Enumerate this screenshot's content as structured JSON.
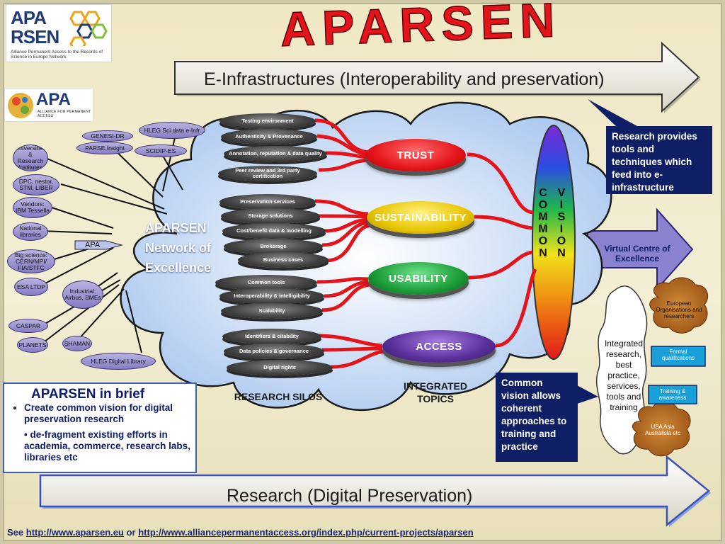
{
  "title": "APARSEN",
  "logo": {
    "line1": "APA",
    "line2": "RSEN",
    "tagline": "Alliance Permanent Access to the Records of Science in Europe Network"
  },
  "apa_logo": {
    "text": "APA",
    "subtitle": "ALLIANCE FOR PERMANENT ACCESS"
  },
  "top_arrow": "E-Infrastructures (Interoperability and preservation)",
  "bottom_arrow": "Research (Digital Preservation)",
  "research_box": "Research provides tools and techniques which feed into e-infrastructure",
  "vision_box": "Common vision allows coherent approaches to training and practice",
  "network_label": "APARSEN Network of Excellence",
  "apa_tag": "APA",
  "stakeholders": [
    "Universities & Research Institutes",
    "DPC, nestor, STM, LIBER",
    "Vendors: IBM Tessella",
    "National libraries",
    "Big science: CERN/MPI/ FIA/STFC",
    "ESA LTDP",
    "Industrial: Airbus, SMEs",
    "CASPAR",
    "PLANETS",
    "SHAMAN",
    "HLEG Digital Library",
    "GENESI-DR",
    "PARSE.Insight",
    "HLEG Sci data e-Infr",
    "SCIDIP-ES"
  ],
  "silos": {
    "trust": [
      "Testing environment",
      "Authenticity & Provenance",
      "Annotation, reputation & data quality",
      "Peer review and 3rd party certification"
    ],
    "sustainability": [
      "Preservation services",
      "Storage solutions",
      "Cost/benefit data & modelling",
      "Brokerage",
      "Business cases"
    ],
    "usability": [
      "Common tools",
      "Interoperability & intelligibility",
      "Scalability"
    ],
    "access": [
      "Identifiers & citability",
      "Data policies & governance",
      "Digital rights"
    ]
  },
  "themes": [
    "TRUST",
    "SUSTAINABILITY",
    "USABILITY",
    "ACCESS"
  ],
  "research_silos_label": "RESEARCH SILOS",
  "integrated_topics_label": "INTEGRATED TOPICS",
  "common_vision": {
    "col1": [
      "C",
      "O",
      "M",
      "M",
      "O",
      "N"
    ],
    "col2": [
      "V",
      "I",
      "S",
      "I",
      "O",
      "N"
    ]
  },
  "virtual_centre": "Virtual Centre of Excellence",
  "integrated_cloud": "Integrated research, best practice, services, tools and training",
  "european_org": "European Organisations and researchers",
  "formal_qualifications": "Formal qualifications",
  "training_awareness": "Training & awareness",
  "usa_asia": "USA Asia Australisia etc",
  "brief": {
    "heading": "APARSEN in brief",
    "bullet1": "Create common vision for digital preservation research",
    "bullet2": "de-fragment existing efforts in academia, commerce, research labs, libraries etc"
  },
  "footer": {
    "see": "See",
    "link1": "http://www.aparsen.eu",
    "or": "or",
    "link2": "http://www.alliancepermanentaccess.org/index.php/current-projects/aparsen"
  },
  "colors": {
    "trust": "#e4141b",
    "sustainability": "#e8c400",
    "usability": "#1b9c38",
    "access": "#5a2f9a",
    "navy": "#0f1f66",
    "arrow": "#5a6fd6"
  }
}
